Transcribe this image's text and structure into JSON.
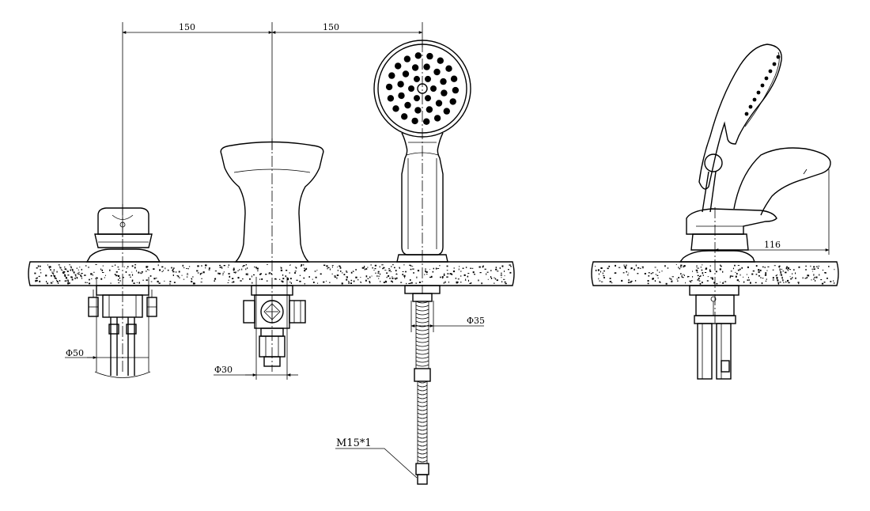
{
  "dimensions": {
    "spacing_left": "150",
    "spacing_right": "150",
    "diam_valve": "Φ50",
    "diam_spout_hole": "Φ30",
    "diam_hose_base": "Φ35",
    "reach_side": "116",
    "thread_label": "M15*1"
  },
  "counter_fill": "#ffffff",
  "line_color": "#000000"
}
